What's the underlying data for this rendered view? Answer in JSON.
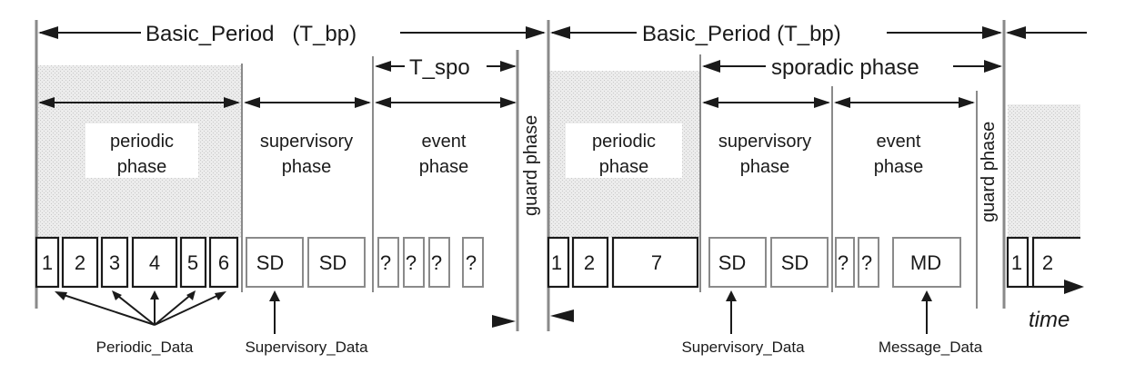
{
  "labels": {
    "basic_period_1": "Basic_Period   (T_bp)",
    "basic_period_2": "Basic_Period (T_bp)",
    "t_spo": "T_spo",
    "sporadic_phase": "sporadic phase",
    "periodic_phase_1": "periodic",
    "periodic_phase_2": "phase",
    "supervisory_phase_1": "supervisory",
    "supervisory_phase_2": "phase",
    "event_phase_1": "event",
    "event_phase_2": "phase",
    "guard_phase": "guard phase",
    "periodic_data": "Periodic_Data",
    "supervisory_data": "Supervisory_Data",
    "message_data": "Message_Data",
    "time": "time"
  },
  "slots_period_1": [
    "1",
    "2",
    "3",
    "4",
    "5",
    "6",
    "SD",
    "SD",
    "?",
    "?",
    "?",
    "?"
  ],
  "slots_period_2": [
    "1",
    "2",
    "7",
    "SD",
    "SD",
    "?",
    "?",
    "MD"
  ],
  "slots_period_3": [
    "1",
    "2"
  ],
  "colors": {
    "shade": "#dcdcdc",
    "gray_line": "#8a8a8a",
    "ink": "#1a1a1a"
  }
}
